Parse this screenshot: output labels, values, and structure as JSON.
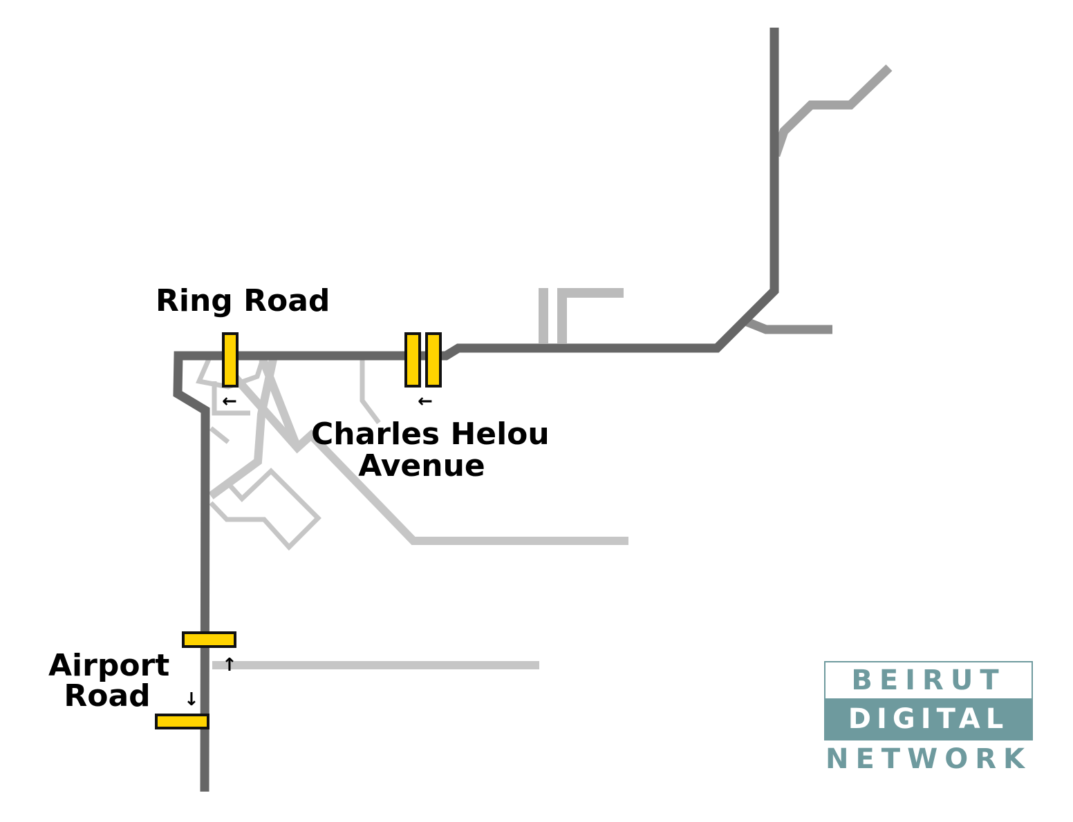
{
  "map": {
    "colors": {
      "major_road": "#666666",
      "secondary_road": "#a3a3a3",
      "minor_road": "#c6c6c6",
      "billboard_fill": "#ffd400",
      "billboard_stroke": "#111111",
      "brand": "#6e9a9e"
    },
    "labels": {
      "ring_road": "Ring Road",
      "charles_helou_line1": "Charles Helou",
      "charles_helou_line2": "Avenue",
      "airport_line1": "Airport",
      "airport_line2": "Road"
    },
    "billboards": [
      {
        "road": "Ring Road",
        "orientation": "vertical",
        "direction": "left",
        "arrow": "←"
      },
      {
        "road": "Charles Helou Avenue",
        "orientation": "vertical",
        "direction": "left",
        "arrow": "←"
      },
      {
        "road": "Charles Helou Avenue",
        "orientation": "vertical",
        "direction": "left",
        "arrow": ""
      },
      {
        "road": "Airport Road",
        "orientation": "horizontal",
        "direction": "up",
        "arrow": "↑"
      },
      {
        "road": "Airport Road",
        "orientation": "horizontal",
        "direction": "down",
        "arrow": "↓"
      }
    ]
  },
  "logo": {
    "line1": "BEIRUT",
    "line2": "DIGITAL",
    "line3": "NETWORK"
  }
}
